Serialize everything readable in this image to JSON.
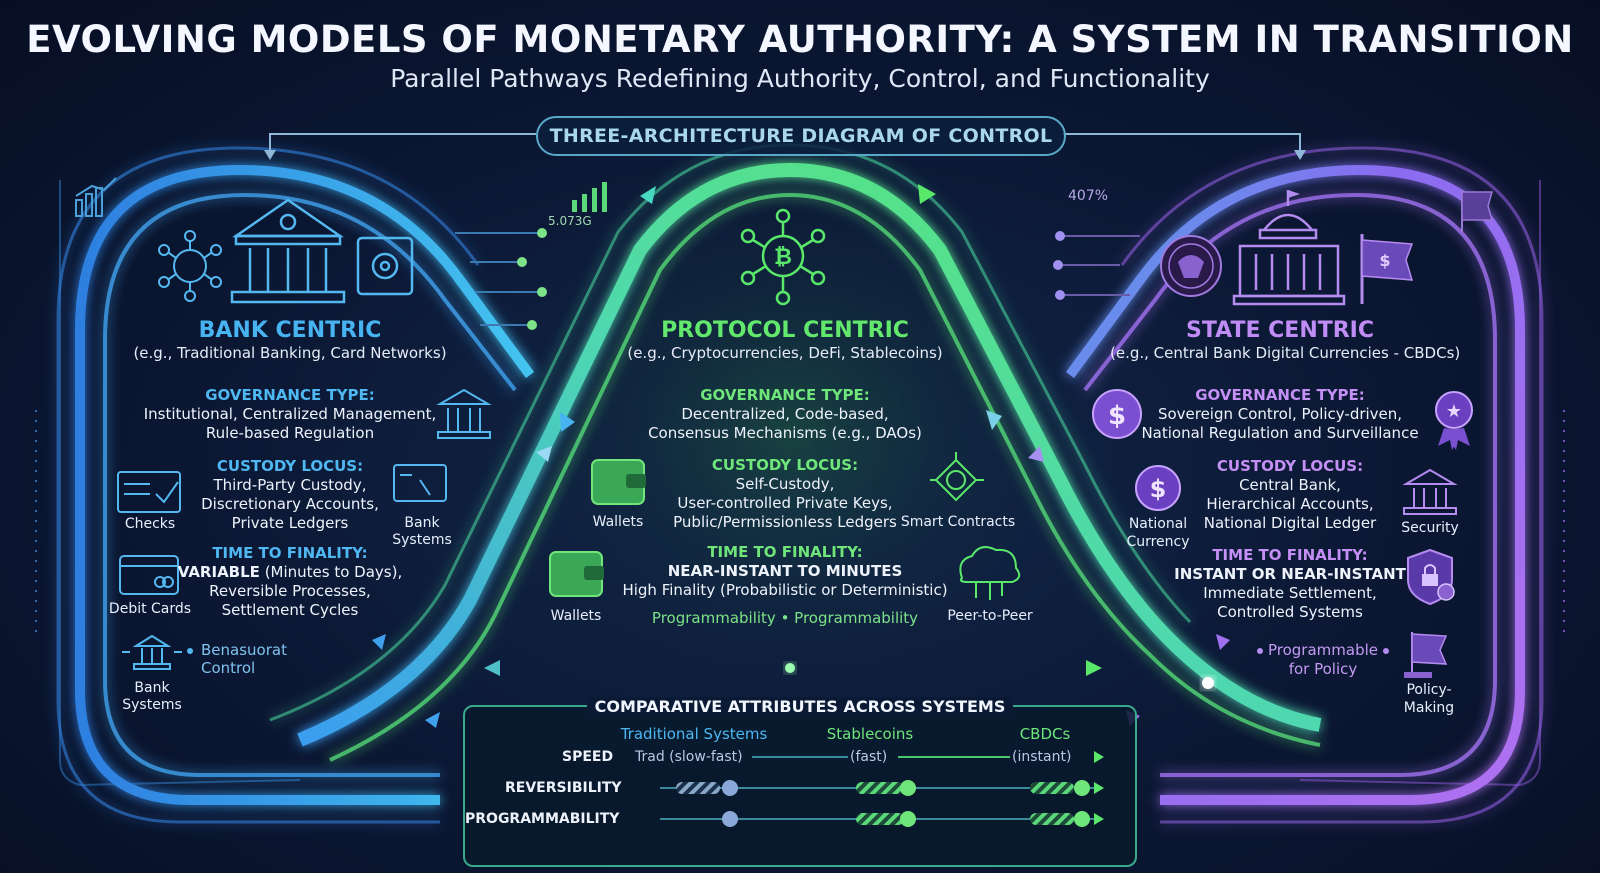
{
  "header": {
    "title": "EVOLVING MODELS OF MONETARY AUTHORITY: A SYSTEM IN TRANSITION",
    "subtitle": "Parallel Pathways Redefining Authority, Control, and Functionality",
    "diagram_label": "THREE-ARCHITECTURE DIAGRAM OF CONTROL"
  },
  "decor": {
    "left_metric": "5.073G",
    "right_metric": "407%"
  },
  "colors": {
    "bank": "#47b3f0",
    "protocol": "#62e86c",
    "state": "#c08cf5",
    "background": "#0a1530"
  },
  "bank": {
    "title": "BANK CENTRIC",
    "examples": "(e.g., Traditional Banking, Card Networks)",
    "governance_label": "GOVERNANCE TYPE:",
    "governance_lines": [
      "Institutional, Centralized Management,",
      "Rule-based Regulation"
    ],
    "custody_label": "CUSTODY LOCUS:",
    "custody_lines": [
      "Third-Party Custody,",
      "Discretionary Accounts,",
      "Private Ledgers"
    ],
    "finality_label": "TIME TO FINALITY:",
    "finality_strong": "VARIABLE",
    "finality_rest": " (Minutes to Days),",
    "finality_lines": [
      "Reversible Processes,",
      "Settlement Cycles"
    ],
    "icons": {
      "checks": "Checks",
      "debit": "Debit Cards",
      "bank_systems_right": "Bank Systems",
      "bank_systems_bottom": "Bank Systems"
    },
    "control_note": "Benasuorat Control"
  },
  "protocol": {
    "title": "PROTOCOL CENTRIC",
    "examples": "(e.g., Cryptocurrencies, DeFi, Stablecoins)",
    "governance_label": "GOVERNANCE TYPE:",
    "governance_lines": [
      "Decentralized, Code-based,",
      "Consensus Mechanisms (e.g., DAOs)"
    ],
    "custody_label": "CUSTODY LOCUS:",
    "custody_lines": [
      "Self-Custody,",
      "User-controlled Private Keys,",
      "Public/Permissionless Ledgers"
    ],
    "finality_label": "TIME TO FINALITY:",
    "finality_strong": "NEAR-INSTANT TO MINUTES",
    "finality_lines": [
      "High Finality (Probabilistic or Deterministic)"
    ],
    "programmability": "Programmability • Programmability",
    "icons": {
      "wallets_top": "Wallets",
      "wallets_bottom": "Wallets",
      "smart": "Smart Contracts",
      "p2p": "Peer-to-Peer"
    }
  },
  "state": {
    "title": "STATE CENTRIC",
    "examples": "(e.g., Central Bank Digital Currencies - CBDCs)",
    "governance_label": "GOVERNANCE TYPE:",
    "governance_lines": [
      "Sovereign Control, Policy-driven,",
      "National Regulation and Surveillance"
    ],
    "custody_label": "CUSTODY LOCUS:",
    "custody_lines": [
      "Central Bank,",
      "Hierarchical Accounts,",
      "National Digital Ledger"
    ],
    "finality_label": "TIME TO FINALITY:",
    "finality_strong": "INSTANT OR NEAR-INSTANT",
    "finality_lines": [
      "Immediate Settlement,",
      "Controlled Systems"
    ],
    "programmable": [
      "Programmable",
      "for Policy"
    ],
    "icons": {
      "currency": [
        "National",
        "Currency"
      ],
      "security": "Security",
      "policy": [
        "Policy-",
        "Making"
      ]
    }
  },
  "comparison": {
    "title": "COMPARATIVE ATTRIBUTES ACROSS SYSTEMS",
    "columns": [
      "Traditional Systems",
      "Stablecoins",
      "CBDCs"
    ],
    "rows": [
      {
        "label": "SPEED",
        "values": [
          "Trad (slow-fast)",
          "(fast)",
          "(instant)"
        ]
      },
      {
        "label": "REVERSIBILITY",
        "values": [
          "",
          "",
          ""
        ]
      },
      {
        "label": "PROGRAMMABILITY",
        "values": [
          "",
          "",
          ""
        ]
      }
    ]
  }
}
